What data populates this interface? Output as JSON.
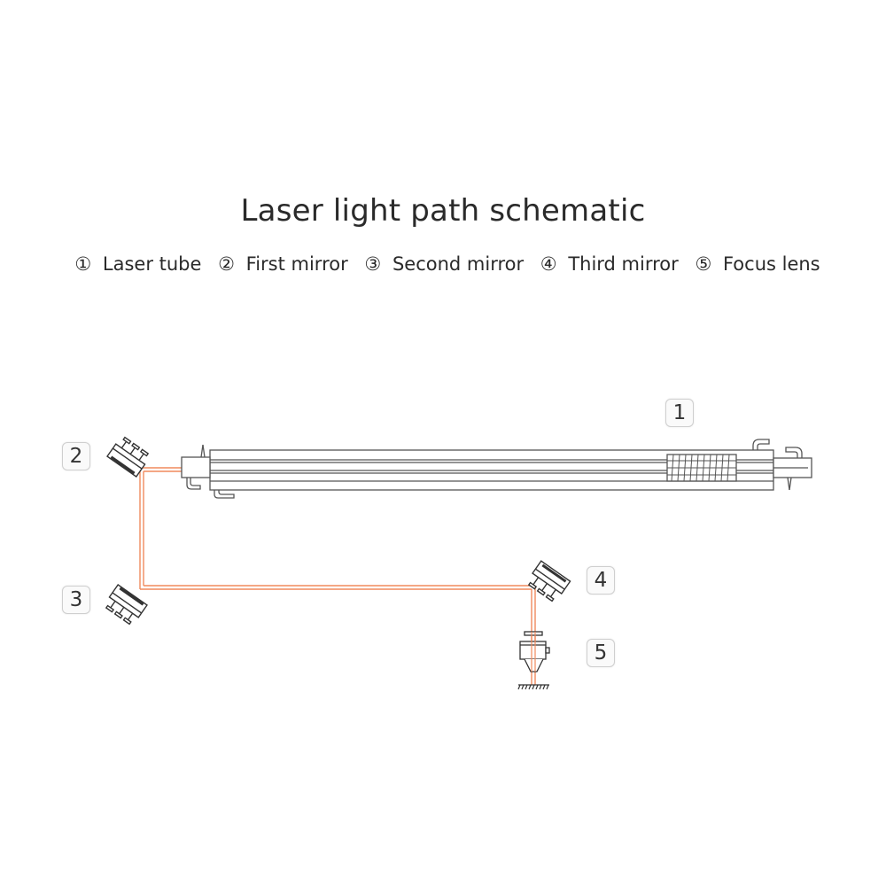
{
  "title": "Laser light path schematic",
  "legend": [
    {
      "symbol": "①",
      "label": "Laser tube"
    },
    {
      "symbol": "②",
      "label": "First mirror"
    },
    {
      "symbol": "③",
      "label": "Second mirror"
    },
    {
      "symbol": "④",
      "label": "Third mirror"
    },
    {
      "symbol": "⑤",
      "label": "Focus lens"
    }
  ],
  "tags": {
    "laser_tube": "1",
    "first_mirror": "2",
    "second_mirror": "3",
    "third_mirror": "4",
    "focus_lens": "5"
  },
  "colors": {
    "beam": "#f08a5d",
    "outline": "#555555",
    "text": "#2a2a2a"
  }
}
